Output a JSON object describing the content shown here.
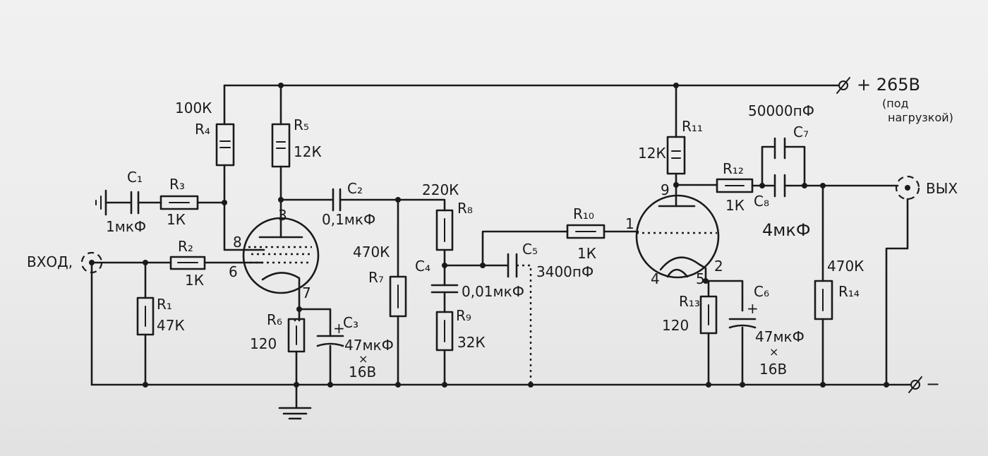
{
  "schematic": {
    "supply_plus": "+ 265В",
    "supply_note_1": "(под",
    "supply_note_2": "нагрузкой)",
    "supply_minus": "−",
    "input": "ВХОД,",
    "output": "ВЫХ",
    "components": {
      "R1": {
        "name": "R₁",
        "value": "47К"
      },
      "R2": {
        "name": "R₂",
        "value": "1К"
      },
      "R3": {
        "name": "R₃",
        "value": "1К"
      },
      "R4": {
        "name": "R₄",
        "value": "100К"
      },
      "R5": {
        "name": "R₅",
        "value": "12К"
      },
      "R6": {
        "name": "R₆",
        "value": "120"
      },
      "R7": {
        "name": "R₇",
        "value": "470К"
      },
      "R8": {
        "name": "R₈",
        "value": "220К"
      },
      "R9": {
        "name": "R₉",
        "value": "32К"
      },
      "R10": {
        "name": "R₁₀",
        "value": "1К"
      },
      "R11": {
        "name": "R₁₁",
        "value": "12К"
      },
      "R12": {
        "name": "R₁₂",
        "value": "1К"
      },
      "R13": {
        "name": "R₁₃",
        "value": "120"
      },
      "R14": {
        "name": "R₁₄",
        "value": "470К"
      },
      "C1": {
        "name": "C₁",
        "value": "1мкФ"
      },
      "C2": {
        "name": "C₂",
        "value": "0,1мкФ"
      },
      "C3": {
        "name": "C₃",
        "value": "47мкФ",
        "voltage": "16В"
      },
      "C4": {
        "name": "C₄",
        "value": "0,01мкФ"
      },
      "C5": {
        "name": "C₅",
        "value": "3400пФ"
      },
      "C6": {
        "name": "C₆",
        "value": "47мкФ",
        "voltage": "16В"
      },
      "C7": {
        "name": "C₇",
        "value": "50000пФ"
      },
      "C8": {
        "name": "C₈",
        "value": "4мкФ"
      }
    },
    "tube1_pins": {
      "p3": "3",
      "p6": "6",
      "p7": "7",
      "p8": "8"
    },
    "tube2_pins": {
      "p1": "1",
      "p2": "2",
      "p4": "4",
      "p5": "5",
      "p9": "9"
    },
    "plus_sign": "+",
    "times_sign": "×"
  }
}
